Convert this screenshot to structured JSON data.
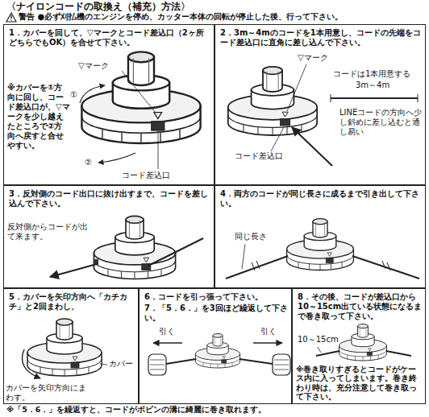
{
  "diagram": {
    "title": "〈ナイロンコードの取換え（補充）方法〉",
    "caption": "※「5．6．」を繰返すと、コードがボビンの溝に綺麗に巻き取れます。",
    "nodes": [
      {
        "text": [
          "1．カバーを回して、▽マークとコード差込口（2ヶ所どちらでもOK）を合せて下さい。",
          "※カバーを①方向に回し、コード差込口が、▽マークを少し越えたところで②方向へ戻すと合せやすい。"
        ]
      },
      {
        "text": [
          "2．3m～4mのコードを1本用意し、コードの先端をコード差込口に直角に差し込んで下さい。"
        ]
      },
      {
        "text": [
          "3．反対側のコード出口に抜け出すまで、コードを差し込んで下さい。"
        ]
      },
      {
        "text": [
          "4．両方のコードが同じ長さに成るまで引き出して下さい。"
        ]
      },
      {
        "text": [
          "5．カバーを矢印方向へ「カチカチ」と2回まわし、"
        ]
      },
      {
        "text": [
          "6．コードを引っ張って下さい。",
          "7．「5．6．」を3回ほど繰返して下さい。"
        ]
      },
      {
        "text": [
          "8．その後、コードが差込口から10～15cm出ている状態になるまで巻き取って下さい。",
          "※巻き取りすぎるとコードがケース内に入ってしまいます。巻き終わり時は、充分注意して巻き取って下さい。"
        ]
      }
    ],
    "labels": [
      "警告 ●必ず刈払機のエンジンを停め、カッター本体の回転が停止した後、行って下さい。",
      "▽マーク",
      "①",
      "②",
      "コード差込口",
      "▽マーク",
      "コード差込口",
      "コードは1本用意する",
      "3m～4m",
      "LINEコードの方向へ少し斜めに差し込むと通し易い",
      "反対側からコードが出て来ます。",
      "同じ長さ",
      "カバー",
      "カバーを矢印方向にまわす。",
      "引く",
      "引く",
      "10～15cm"
    ]
  }
}
